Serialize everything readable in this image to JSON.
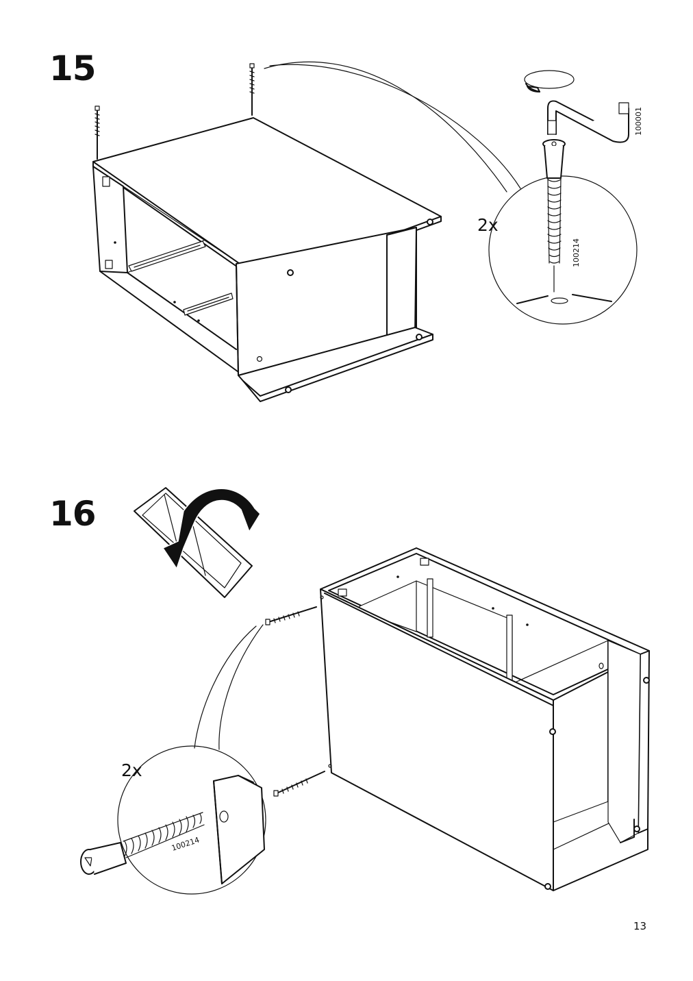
{
  "steps": [
    {
      "number": "15",
      "quantity": "2x",
      "screw_code": "100214",
      "tool_code": "100001"
    },
    {
      "number": "16",
      "quantity": "2x",
      "screw_code": "100214"
    }
  ],
  "page_number": "13"
}
